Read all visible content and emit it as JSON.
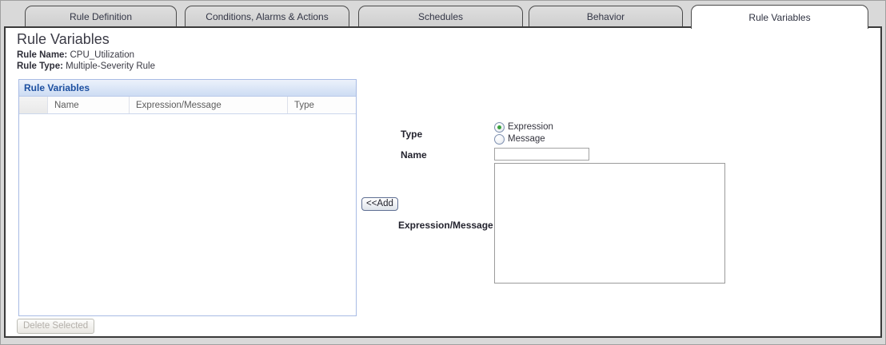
{
  "tabs": [
    {
      "label": "Rule Definition",
      "active": false
    },
    {
      "label": "Conditions, Alarms & Actions",
      "active": false
    },
    {
      "label": "Schedules",
      "active": false
    },
    {
      "label": "Behavior",
      "active": false
    },
    {
      "label": "Rule Variables",
      "active": true
    }
  ],
  "page": {
    "title": "Rule Variables",
    "rule_name_label": "Rule Name:",
    "rule_name_value": "CPU_Utilization",
    "rule_type_label": "Rule Type:",
    "rule_type_value": "Multiple-Severity Rule"
  },
  "table": {
    "title": "Rule Variables",
    "columns": [
      "",
      "Name",
      "Expression/Message",
      "Type"
    ],
    "rows": [],
    "delete_button_label": "Delete Selected",
    "delete_button_enabled": false
  },
  "form": {
    "type_label": "Type",
    "type_options": [
      {
        "label": "Expression",
        "selected": true
      },
      {
        "label": "Message",
        "selected": false
      }
    ],
    "name_label": "Name",
    "name_value": "",
    "add_button_label": "<<Add",
    "expression_label": "Expression/Message",
    "expression_value": ""
  },
  "colors": {
    "tab_fill": "#d6d6d6",
    "panel_border": "#3a3a3a",
    "table_border": "#a8bbe4",
    "table_title_text": "#1c4fa0",
    "table_title_bg_top": "#ecf2fb",
    "table_title_bg_bottom": "#cddcf3",
    "radio_selected_dot": "#3aa13f",
    "disabled_text": "#b3afa9"
  }
}
